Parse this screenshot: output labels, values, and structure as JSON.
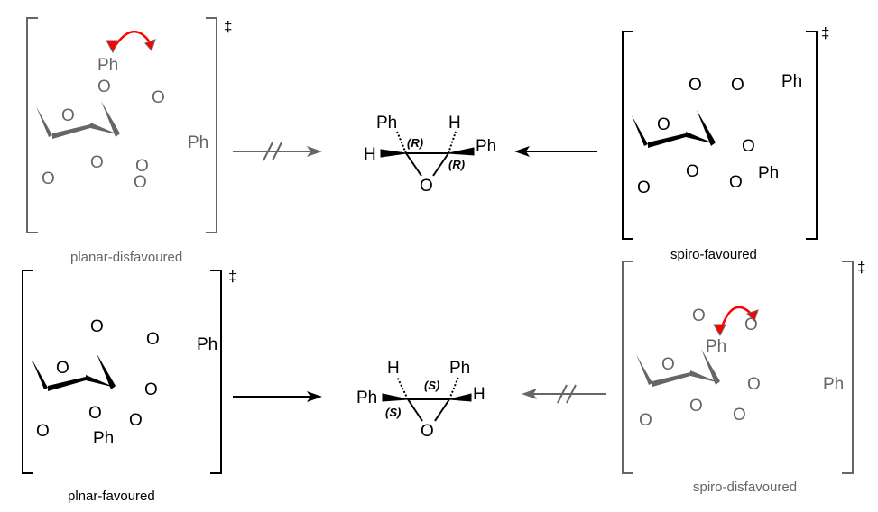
{
  "atoms": {
    "O": "O",
    "Ph": "Ph",
    "H": "H"
  },
  "dagger": "‡",
  "stereo": {
    "R": "(R)",
    "S": "(S)"
  },
  "labels": {
    "top_left": "planar-disfavoured",
    "top_right": "spiro-favoured",
    "bottom_left": "plnar-favoured",
    "bottom_right": "spiro-disfavoured"
  },
  "colors": {
    "favoured": "#000000",
    "disfavoured": "#666666",
    "curved_arrow": "#ff0000"
  }
}
